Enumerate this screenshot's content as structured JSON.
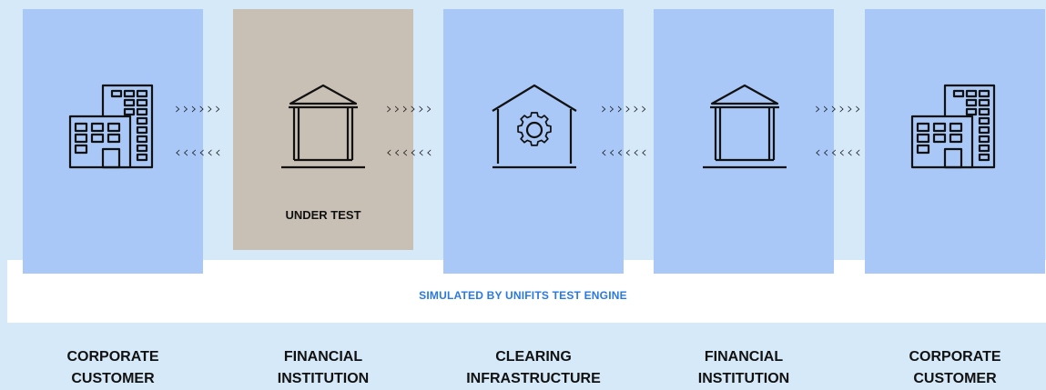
{
  "tested_label": "UNDER TEST",
  "simulated_label": "SIMULATED BY UNIFITS TEST ENGINE",
  "arrows": {
    "forward": "››››››",
    "backward": "‹‹‹‹‹‹"
  },
  "parties": [
    {
      "label": "CORPORATE\nCUSTOMER",
      "icon": "office-building-icon"
    },
    {
      "label": "FINANCIAL\nINSTITUTION",
      "icon": "bank-icon"
    },
    {
      "label": "CLEARING\nINFRASTRUCTURE",
      "icon": "gear-house-icon"
    },
    {
      "label": "FINANCIAL\nINSTITUTION",
      "icon": "bank-icon"
    },
    {
      "label": "CORPORATE\nCUSTOMER",
      "icon": "office-building-icon"
    }
  ],
  "colors": {
    "background": "#d6e9f8",
    "simulated_column": "#a9c8f7",
    "tested_column": "#c9c0b5",
    "simulated_text": "#2a79e0"
  }
}
